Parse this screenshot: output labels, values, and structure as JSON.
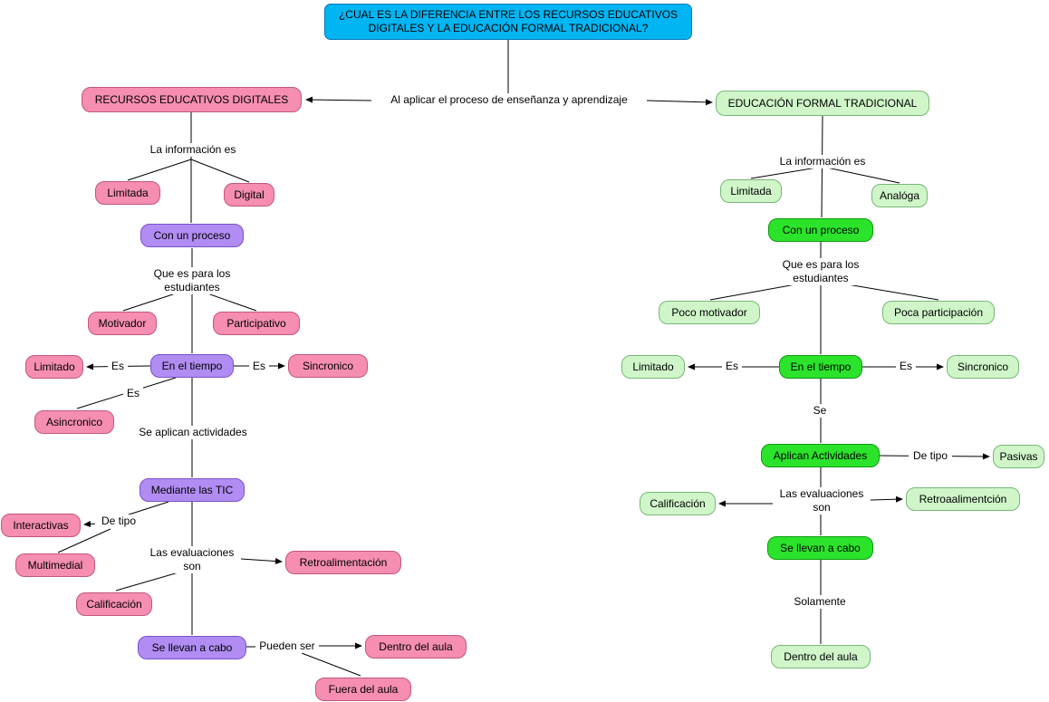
{
  "title": "¿CUAL ES LA DIFERENCIA ENTRE LOS RECURSOS EDUCATIVOS DIGITALES Y LA EDUCACIÓN FORMAL TRADICIONAL?",
  "root_link": "Al aplicar el proceso de enseñanza y aprendizaje",
  "colors": {
    "question_fill": "#00B5F2",
    "digital_concept_fill": "#F58EB0",
    "digital_process_fill": "#B18CF2",
    "traditional_concept_fill": "#CFF5C9",
    "traditional_process_fill": "#2BE32B",
    "line_color": "#000000"
  },
  "digital": {
    "root": "RECURSOS EDUCATIVOS DIGITALES",
    "labels": {
      "informacion": "La información es",
      "estudiantes": "Que es para los estudiantes",
      "es1": "Es",
      "es2": "Es",
      "es3": "Es",
      "actividades": "Se aplican actividades",
      "de_tipo": "De tipo",
      "evaluaciones": "Las evaluaciones son",
      "pueden_ser": "Pueden ser"
    },
    "concepts": {
      "limitada": "Limitada",
      "digital": "Digital",
      "con_un_proceso": "Con un proceso",
      "motivador": "Motivador",
      "participativo": "Participativo",
      "en_el_tiempo": "En el tiempo",
      "limitado": "Limitado",
      "sincronico": "Sincronico",
      "asincronico": "Asincronico",
      "mediante_las_tic": "Mediante las TIC",
      "interactivas": "Interactivas",
      "multimedial": "Multimedial",
      "retroalimentacion": "Retroalimentación",
      "calificacion": "Calificación",
      "se_llevan_a_cabo": "Se llevan a cabo",
      "dentro_del_aula": "Dentro del aula",
      "fuera_del_aula": "Fuera del aula"
    }
  },
  "traditional": {
    "root": "EDUCACIÓN FORMAL TRADICIONAL",
    "labels": {
      "informacion": "La información es",
      "estudiantes": "Que es para los estudiantes",
      "es1": "Es",
      "es2": "Es",
      "se": "Se",
      "de_tipo": "De tipo",
      "evaluaciones": "Las evaluaciones son",
      "solamente": "Solamente"
    },
    "concepts": {
      "limitada": "Limitada",
      "analoga": "Analóga",
      "con_un_proceso": "Con un proceso",
      "poco_motivador": "Poco motivador",
      "poca_participacion": "Poca participación",
      "en_el_tiempo": "En el tiempo",
      "limitado": "Limitado",
      "sincronico": "Sincronico",
      "aplican_actividades": "Aplican Actividades",
      "pasivas": "Pasivas",
      "retroalimentacion": "Retroaalimentción",
      "calificacion": "Calificación",
      "se_llevan_a_cabo": "Se llevan a cabo",
      "dentro_del_aula": "Dentro del aula"
    }
  }
}
